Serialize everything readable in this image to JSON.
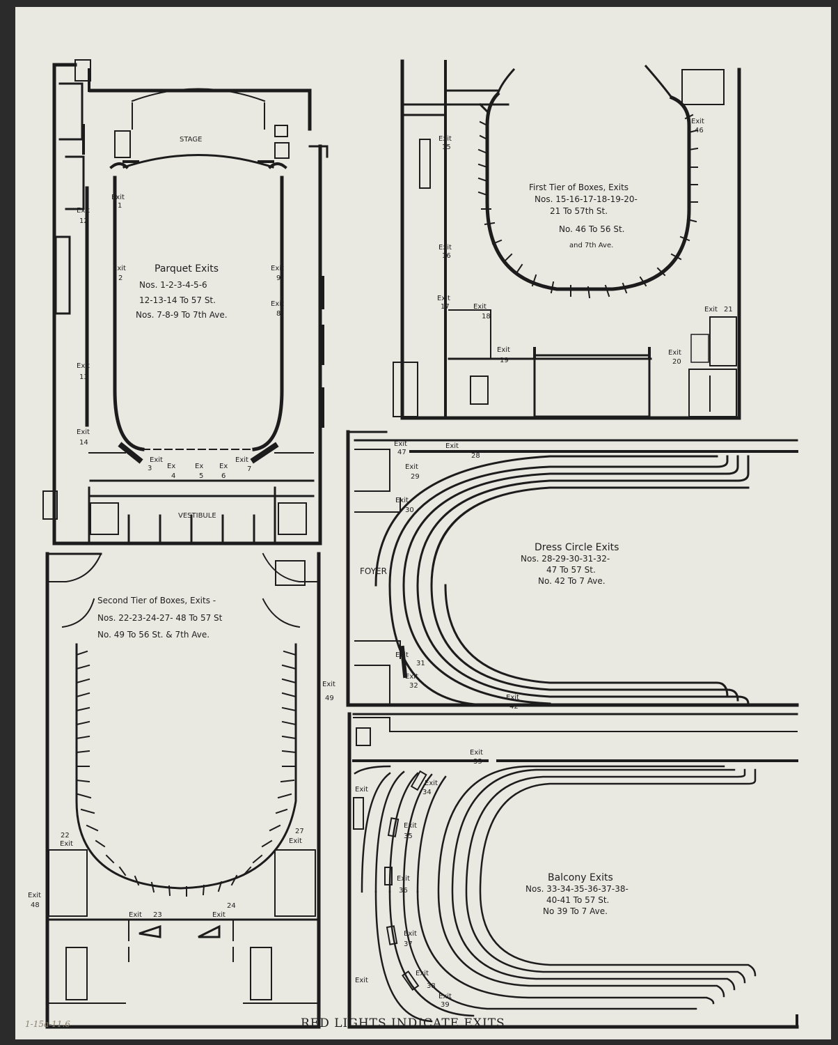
{
  "parquet": {
    "stage": "STAGE",
    "vestibule": "VESTIBULE",
    "title": "Parquet Exits",
    "lines": [
      "Nos. 1-2-3-4-5-6",
      "12-13-14 To 57 St.",
      "Nos. 7-8-9 To 7th Ave."
    ],
    "exits": [
      {
        "w": "Exit",
        "n": "1"
      },
      {
        "w": "Exit",
        "n": "2"
      },
      {
        "w": "Exit",
        "n": "3"
      },
      {
        "w": "Ex",
        "n": "4"
      },
      {
        "w": "Ex",
        "n": "5"
      },
      {
        "w": "Ex",
        "n": "6"
      },
      {
        "w": "Exit",
        "n": "7"
      },
      {
        "w": "Exit",
        "n": "8"
      },
      {
        "w": "Exit",
        "n": "9"
      },
      {
        "w": "Exit",
        "n": "12"
      },
      {
        "w": "Exit",
        "n": "13"
      },
      {
        "w": "Exit",
        "n": "14"
      }
    ]
  },
  "first_tier": {
    "lines": [
      "First Tier of Boxes, Exits",
      "Nos. 15-16-17-18-19-20-",
      "21 To 57th St.",
      "No. 46 To 56 St.",
      "and 7th Ave."
    ],
    "exits": [
      {
        "w": "Exit",
        "n": "15"
      },
      {
        "w": "Exit",
        "n": "16"
      },
      {
        "w": "Exit",
        "n": "17"
      },
      {
        "w": "Exit",
        "n": "18"
      },
      {
        "w": "Exit",
        "n": "19"
      },
      {
        "w": "Exit",
        "n": "20"
      },
      {
        "w": "Exit",
        "n": "21"
      },
      {
        "w": "Exit",
        "n": "46"
      }
    ]
  },
  "second_tier": {
    "lines": [
      "Second Tier of Boxes, Exits -",
      "Nos. 22-23-24-27- 48 To 57 St",
      "No. 49 To 56 St. & 7th Ave."
    ],
    "exits": [
      {
        "w": "Exit",
        "n": "22"
      },
      {
        "w": "Exit",
        "n": "23"
      },
      {
        "w": "Exit",
        "n": "24"
      },
      {
        "w": "Exit",
        "n": "27"
      },
      {
        "w": "Exit",
        "n": "48"
      },
      {
        "w": "Exit",
        "n": "49"
      }
    ]
  },
  "dress_circle": {
    "foyer": "FOYER",
    "lines": [
      "Dress Circle Exits",
      "Nos. 28-29-30-31-32-",
      "47 To 57 St.",
      "No. 42 To 7 Ave."
    ],
    "exits": [
      {
        "w": "Exit",
        "n": "28"
      },
      {
        "w": "Exit",
        "n": "29"
      },
      {
        "w": "Exit",
        "n": "30"
      },
      {
        "w": "Exit",
        "n": "31"
      },
      {
        "w": "Exit",
        "n": "32"
      },
      {
        "w": "Exit",
        "n": "42"
      },
      {
        "w": "Exit",
        "n": "47"
      }
    ]
  },
  "balcony": {
    "lines": [
      "Balcony Exits",
      "Nos. 33-34-35-36-37-38-",
      "40-41 To 57 St.",
      "No 39 To 7 Ave."
    ],
    "exits": [
      {
        "w": "Exit",
        "n": "33"
      },
      {
        "w": "Exit",
        "n": "34"
      },
      {
        "w": "Exit",
        "n": "35"
      },
      {
        "w": "Exit",
        "n": "36"
      },
      {
        "w": "Exit",
        "n": "37"
      },
      {
        "w": "Exit",
        "n": "38"
      },
      {
        "w": "Exit",
        "n": "39"
      },
      {
        "w": "Exit",
        "n": ""
      },
      {
        "w": "Exit",
        "n": ""
      }
    ]
  },
  "footer": "RED LIGHTS INDICATE EXITS",
  "pencil_note": "1-15a-11.6"
}
